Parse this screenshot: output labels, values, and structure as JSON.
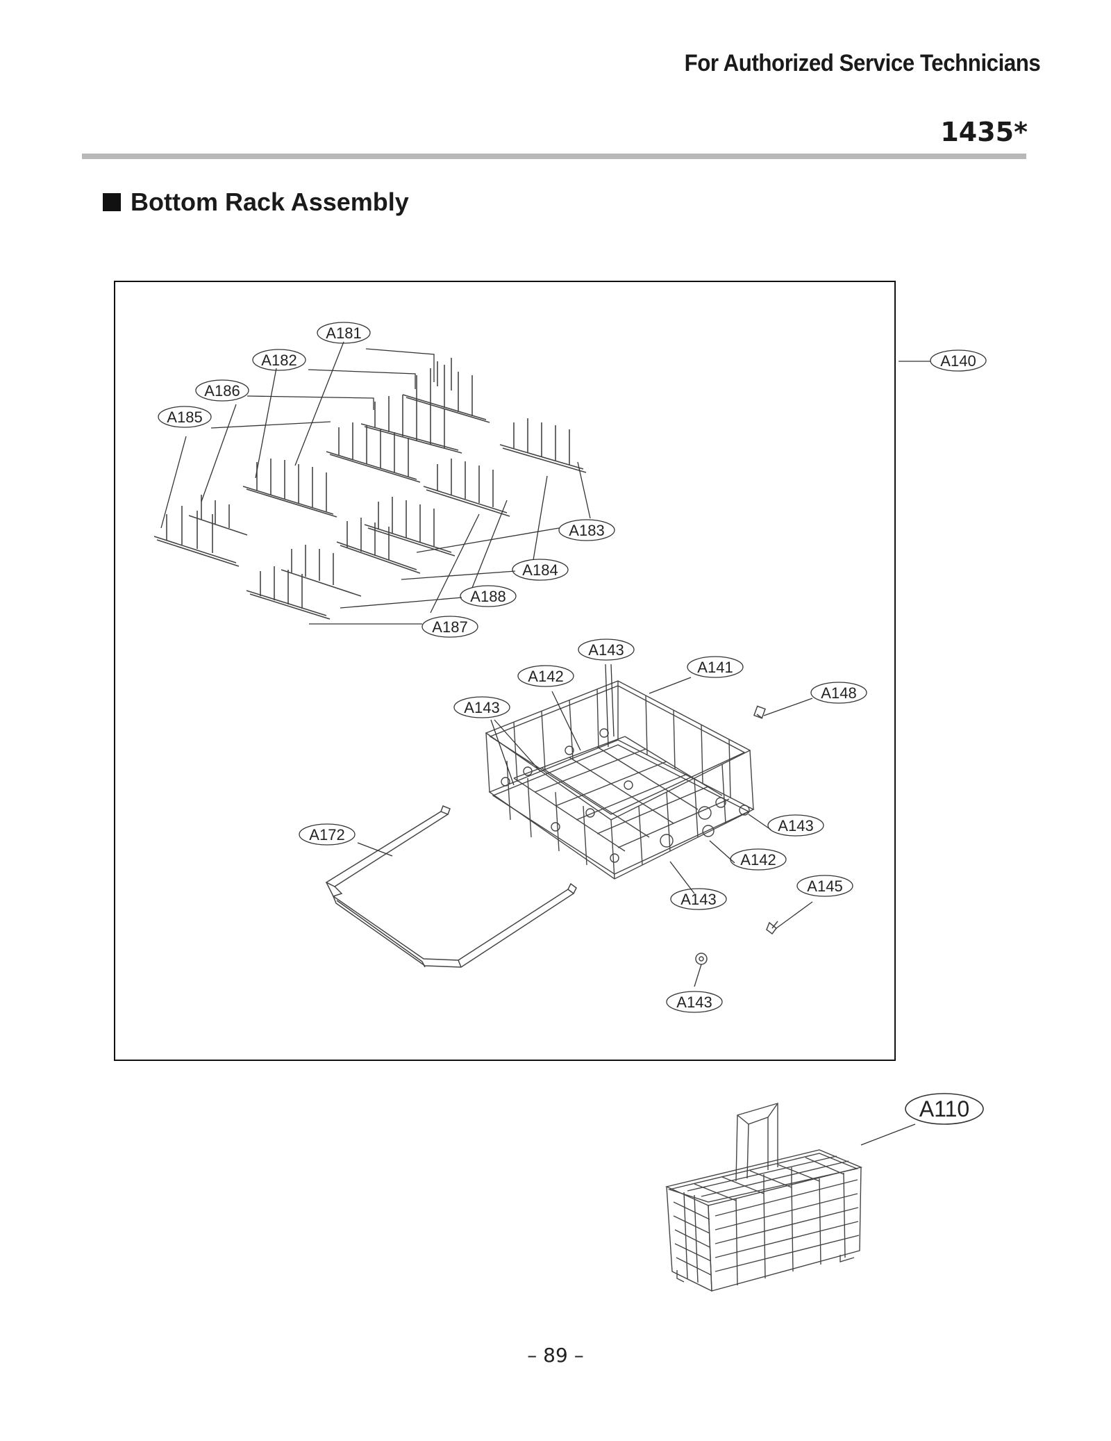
{
  "header": {
    "audience": "For Authorized Service Technicians",
    "model": "1435*"
  },
  "section": {
    "title": "Bottom Rack Assembly"
  },
  "callouts": {
    "a181": "A181",
    "a182": "A182",
    "a186": "A186",
    "a185": "A185",
    "a140": "A140",
    "a183": "A183",
    "a184": "A184",
    "a188": "A188",
    "a187": "A187",
    "a143_top": "A143",
    "a142_top": "A142",
    "a141": "A141",
    "a143_left": "A143",
    "a148": "A148",
    "a172": "A172",
    "a143_right": "A143",
    "a142_right": "A142",
    "a145": "A145",
    "a143_mid": "A143",
    "a143_bottom": "A143",
    "a110": "A110"
  },
  "footer": {
    "page_number": "– 89 –"
  }
}
